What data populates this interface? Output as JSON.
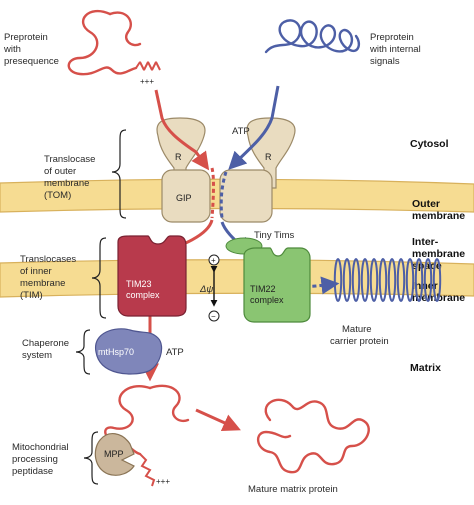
{
  "labels": {
    "preprotein_presequence": [
      "Preprotein",
      "with",
      "presequence"
    ],
    "charges_plus": "+++",
    "preprotein_internal": [
      "Preprotein",
      "with internal",
      "signals"
    ],
    "atp_top": "ATP",
    "cytosol": "Cytosol",
    "tom": [
      "Translocase",
      "of outer",
      "membrane",
      "(TOM)"
    ],
    "receptor": "R",
    "gip": "GIP",
    "outer_membrane": [
      "Outer",
      "membrane"
    ],
    "tiny_tims": "Tiny Tims",
    "intermembrane_space": [
      "Inter-",
      "membrane",
      "space"
    ],
    "tim": [
      "Translocases",
      "of inner",
      "membrane",
      "(TIM)"
    ],
    "tim23": [
      "TIM23",
      "complex"
    ],
    "tim22": [
      "TIM22",
      "complex"
    ],
    "plus_sign": "+",
    "minus_sign": "−",
    "delta_psi": "Δψ",
    "inner_membrane": [
      "Inner",
      "membrane"
    ],
    "mature_carrier": [
      "Mature",
      "carrier protein"
    ],
    "chaperone": [
      "Chaperone",
      "system"
    ],
    "mthsp70": "mtHsp70",
    "atp_matrix": "ATP",
    "matrix": "Matrix",
    "mpp_full": [
      "Mitochondrial",
      "processing",
      "peptidase"
    ],
    "mpp": "MPP",
    "mature_matrix": "Mature matrix protein"
  },
  "colors": {
    "red_path": "#d6504a",
    "blue_path": "#4d5fa6",
    "membrane_fill": "#f6dc92",
    "membrane_edge": "#d8b15c",
    "tom_fill": "#e9dcc0",
    "tim23_fill": "#b83a4c",
    "tim22_fill": "#8ac572",
    "hsp70_fill": "#7f86ba",
    "mpp_fill": "#cbb79c"
  }
}
